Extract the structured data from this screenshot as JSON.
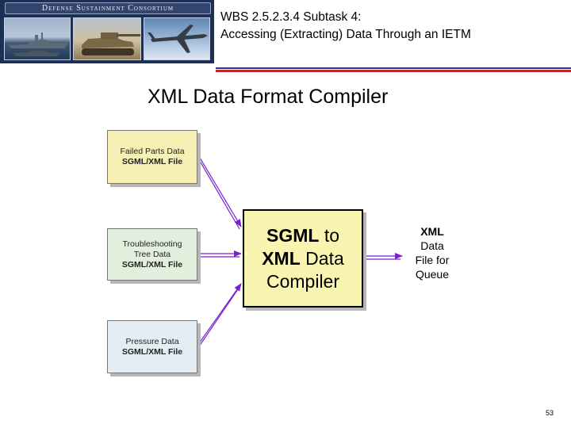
{
  "header": {
    "banner_text": "Defense Sustainment Consortium",
    "title_line1": "WBS 2.5.2.3.4 Subtask 4:",
    "title_line2": "Accessing (Extracting) Data Through an IETM"
  },
  "slide": {
    "title": "XML Data Format Compiler",
    "page_number": "53"
  },
  "diagram": {
    "inputs": [
      {
        "line1": "Failed Parts Data",
        "line2": "SGML/XML File",
        "fill": "#f6f0b4"
      },
      {
        "line1": "Troubleshooting",
        "line1b": "Tree Data",
        "line2": "SGML/XML File",
        "fill": "#e3efdd"
      },
      {
        "line1": "Pressure Data",
        "line2": "SGML/XML File",
        "fill": "#e2eef4"
      }
    ],
    "compiler": {
      "line1_bold": "SGML",
      "line1_rest": " to",
      "line2_bold": "XML",
      "line2_rest": " Data",
      "line3": "Compiler",
      "fill": "#f9f4b0"
    },
    "output": {
      "line1": "XML",
      "line2": "Data",
      "line3": "File for",
      "line4": "Queue"
    },
    "arrow_color": "#7b1fd0"
  },
  "colors": {
    "rule_blue": "#1f3a8c",
    "rule_red": "#c4262b",
    "banner_bg": "#1c2f55"
  }
}
